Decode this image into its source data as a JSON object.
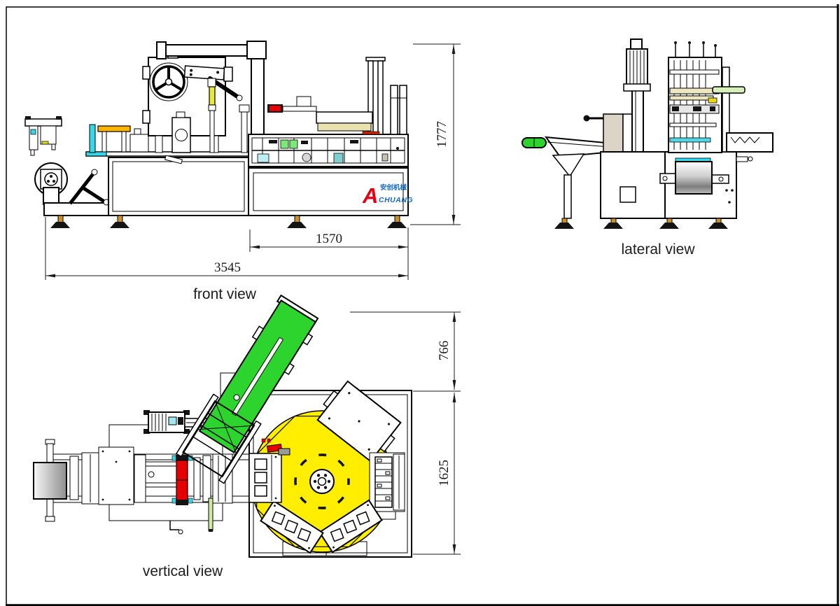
{
  "views": {
    "front": {
      "label": "front view",
      "dim_height": "1777",
      "dim_cabinet_width": "1570",
      "dim_total_width": "3545"
    },
    "lateral": {
      "label": "lateral view"
    },
    "vertical": {
      "label": "vertical view",
      "dim_infeed_offset": "766",
      "dim_depth": "1625"
    }
  },
  "logo": {
    "initial": "A",
    "name": "CHUANG",
    "cjk": "安创机械"
  },
  "colors": {
    "green": "#2ed42e",
    "yellow": "#ffee00",
    "red": "#e60000",
    "cyan": "#35d8e8",
    "pale_cyan": "#bdeef2",
    "orange": "#ffb400",
    "cream": "#e8e2b0",
    "light_green": "#d6f0bc",
    "stick_green": "#cdeca0",
    "tan": "#dcd4c6",
    "logo_red": "#e60012",
    "logo_blue": "#1268c3",
    "foot": "#c89030",
    "line": "#000000"
  }
}
